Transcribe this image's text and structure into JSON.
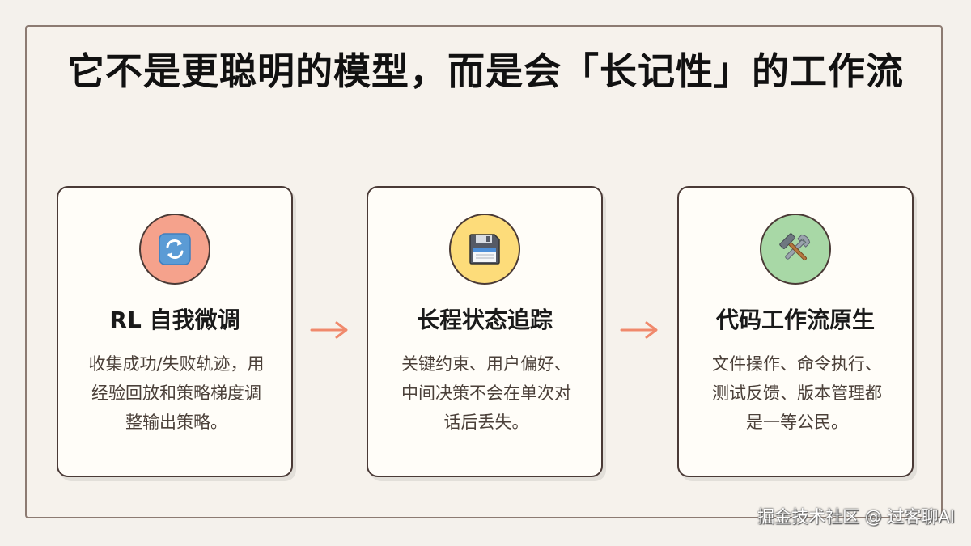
{
  "title": "它不是更聪明的模型，而是会「长记性」的工作流",
  "cards": [
    {
      "icon": "arrows-cycle-icon",
      "icon_bg": "#f5a28c",
      "title": "RL 自我微调",
      "desc": "收集成功/失败轨迹，用经验回放和策略梯度调整输出策略。"
    },
    {
      "icon": "floppy-disk-icon",
      "icon_bg": "#fddc7a",
      "title": "长程状态追踪",
      "desc": "关键约束、用户偏好、中间决策不会在单次对话后丢失。"
    },
    {
      "icon": "hammer-wrench-icon",
      "icon_bg": "#a8d8a6",
      "title": "代码工作流原生",
      "desc": "文件操作、命令执行、测试反馈、版本管理都是一等公民。"
    }
  ],
  "arrow_color": "#f0896c",
  "footer": "掘金技术社区 @ 过客聊AI"
}
